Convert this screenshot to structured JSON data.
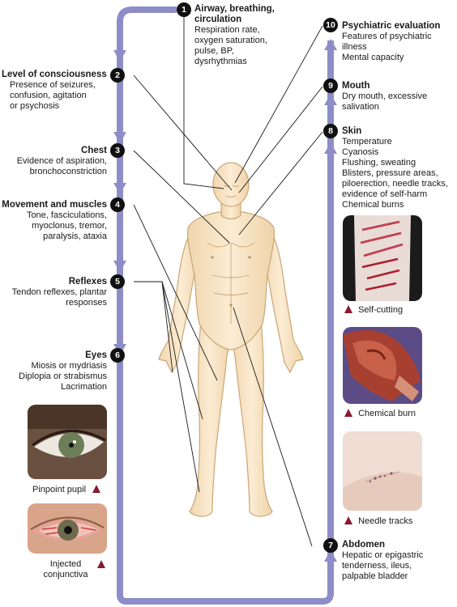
{
  "colors": {
    "path": "#8e8dc8",
    "badge": "#111111",
    "skin": "#f6e3c2",
    "skin_outline": "#c9a677",
    "marker": "#8a1a2e"
  },
  "steps": [
    {
      "num": "1",
      "title": "Airway, breathing,",
      "title2": "circulation",
      "lines": [
        "Respiration rate,",
        "oxygen saturation,",
        "pulse, BP,",
        "dysrhythmias"
      ]
    },
    {
      "num": "2",
      "title": "Level of consciousness",
      "lines": [
        "Presence of seizures,",
        "confusion, agitation",
        "or psychosis"
      ]
    },
    {
      "num": "3",
      "title": "Chest",
      "lines": [
        "Evidence of aspiration,",
        "bronchoconstriction"
      ]
    },
    {
      "num": "4",
      "title": "Movement and muscles",
      "lines": [
        "Tone, fasciculations,",
        "myoclonus, tremor,",
        "paralysis, ataxia"
      ]
    },
    {
      "num": "5",
      "title": "Reflexes",
      "lines": [
        "Tendon reflexes, plantar",
        "responses"
      ]
    },
    {
      "num": "6",
      "title": "Eyes",
      "lines": [
        "Miosis or mydriasis",
        "Diplopia or strabismus",
        "Lacrimation"
      ]
    },
    {
      "num": "7",
      "title": "Abdomen",
      "lines": [
        "Hepatic or epigastric",
        "tenderness, ileus,",
        "palpable bladder"
      ]
    },
    {
      "num": "8",
      "title": "Skin",
      "lines": [
        "Temperature",
        "Cyanosis",
        "Flushing, sweating",
        "Blisters, pressure areas,",
        "piloerection, needle tracks,",
        "evidence of self-harm",
        "Chemical burns"
      ]
    },
    {
      "num": "9",
      "title": "Mouth",
      "lines": [
        "Dry mouth, excessive",
        "salivation"
      ]
    },
    {
      "num": "10",
      "title": "Psychiatric evaluation",
      "lines": [
        "Features of psychiatric",
        "illness",
        "Mental capacity"
      ]
    }
  ],
  "photos": [
    {
      "caption": "Pinpoint pupil"
    },
    {
      "caption": "Injected",
      "caption2": "conjunctiva"
    },
    {
      "caption": "Self-cutting"
    },
    {
      "caption": "Chemical burn"
    },
    {
      "caption": "Needle tracks"
    }
  ]
}
